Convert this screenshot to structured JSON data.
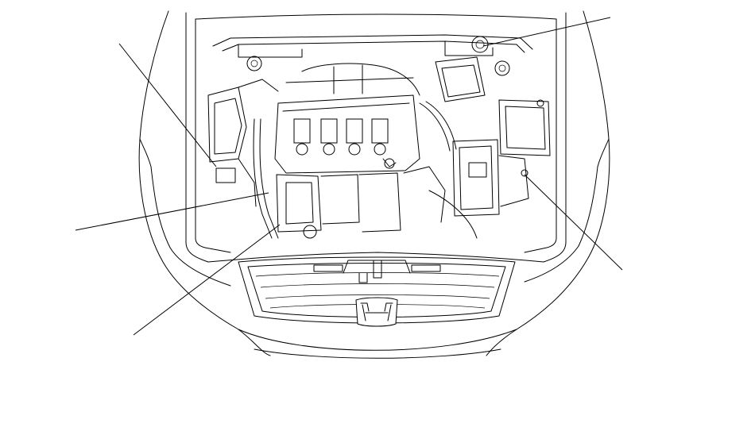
{
  "diagram": {
    "subject": "engine-compartment-line-drawing",
    "stroke_color": "#000000",
    "background_color": "#ffffff",
    "callouts": [
      {
        "id": "callout-top-left",
        "label": ""
      },
      {
        "id": "callout-mid-left",
        "label": ""
      },
      {
        "id": "callout-bottom-left",
        "label": ""
      },
      {
        "id": "callout-top-right",
        "label": ""
      },
      {
        "id": "callout-bottom-right",
        "label": ""
      }
    ],
    "emblem": "honda-h-logo"
  }
}
